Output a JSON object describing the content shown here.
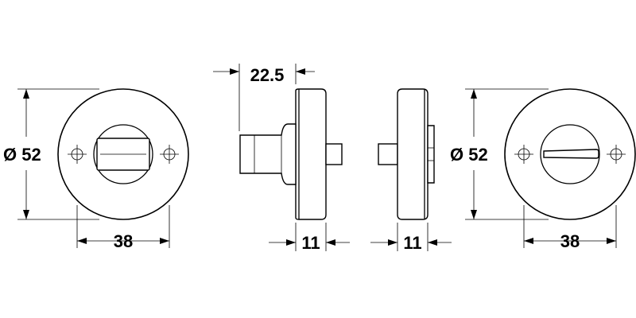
{
  "dimensions": {
    "left_diameter": "Ø 52",
    "left_hole_spacing": "38",
    "spindle_length": "22.5",
    "left_thickness": "11",
    "right_thickness": "11",
    "right_diameter": "Ø 52",
    "right_hole_spacing": "38"
  },
  "colors": {
    "line": "#000000",
    "background": "#ffffff"
  }
}
